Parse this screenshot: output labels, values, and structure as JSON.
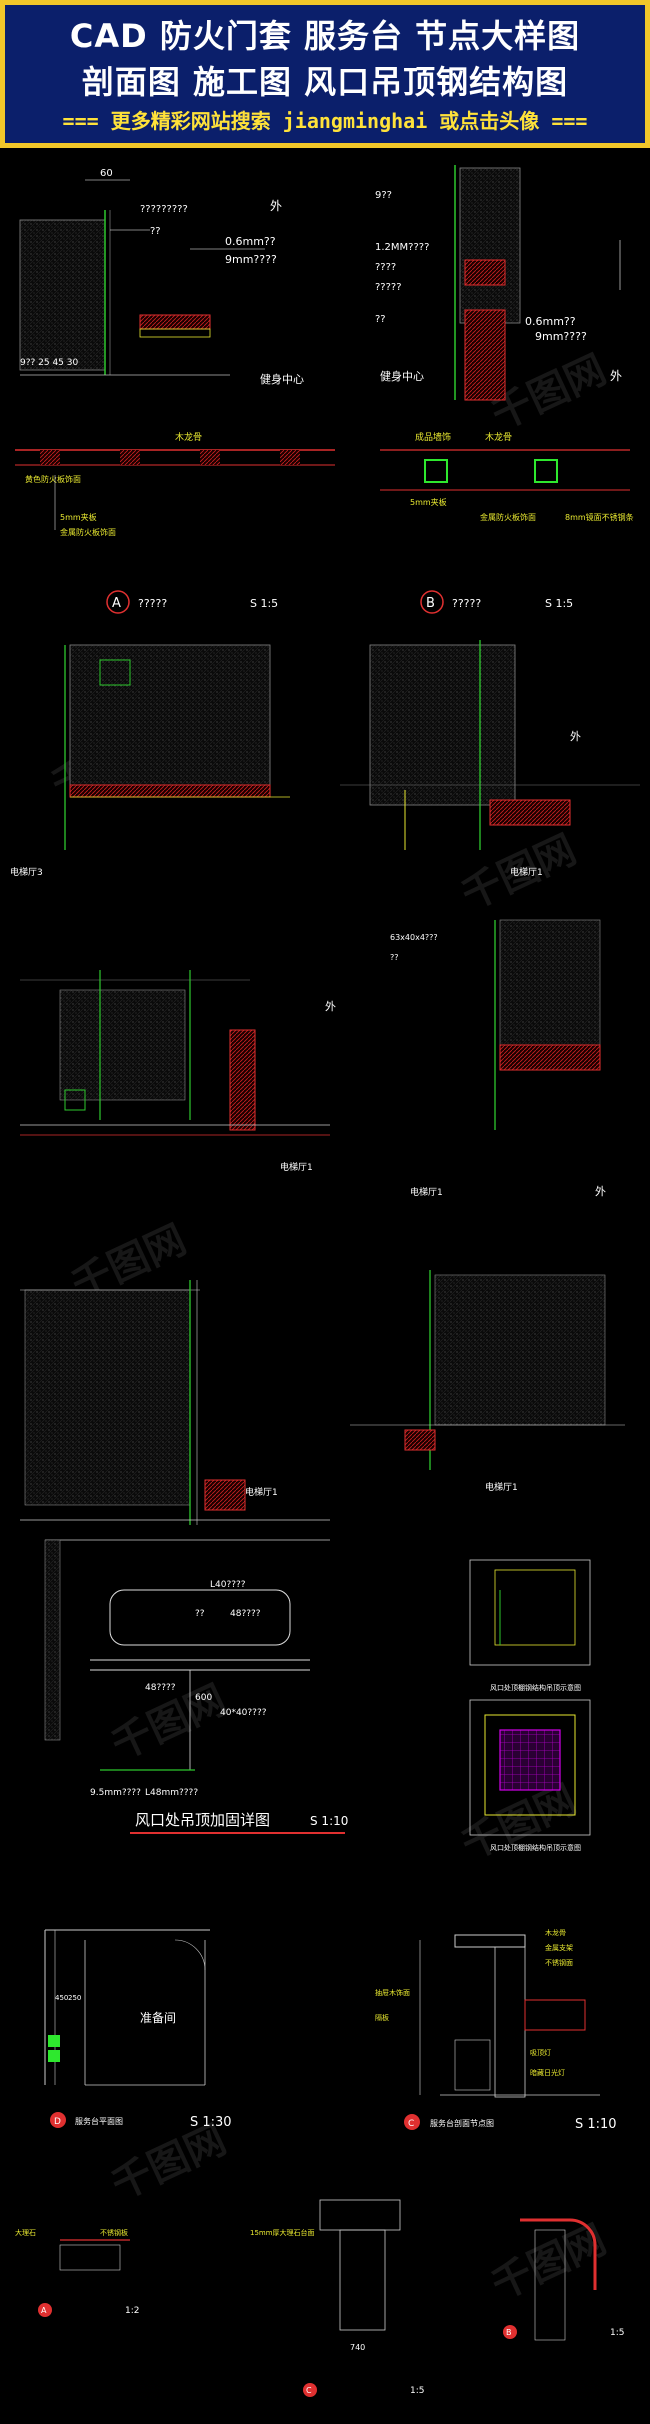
{
  "banner": {
    "line1": "CAD  防火门套  服务台  节点大样图",
    "line2": "剖面图  施工图  风口吊顶钢结构图",
    "line3": "=== 更多精彩网站搜索 jiangminghai 或点击头像 ==="
  },
  "sheet_a": {
    "outside": "外",
    "room": "健身中心",
    "dim_top": "60",
    "dims_left": [
      "9??",
      "??",
      "?????????"
    ],
    "thickness_1": "0.6mm??",
    "thickness_2": "9mm????",
    "bottom_dims": "9??  25  45  30",
    "label": "A",
    "label_text": "?????",
    "scale": "S 1:5",
    "note_1": "木龙骨",
    "note_2": "5mm夹板",
    "note_3": "金属防火板饰面",
    "note_4": "黄色防火板饰面"
  },
  "sheet_b": {
    "outside": "外",
    "room": "健身中心",
    "dims_left": [
      "9??",
      "1.2MM????",
      "????",
      "?????",
      "??"
    ],
    "thickness_1": "0.6mm??",
    "thickness_2": "9mm????",
    "label": "B",
    "label_text": "?????",
    "scale": "S 1:5",
    "note_1": "木龙骨",
    "note_2": "成品墙饰",
    "note_3": "5mm夹板",
    "note_4": "金属防火板饰面",
    "note_5": "8mm镜面不锈钢条"
  },
  "sheet_c": {
    "room": "电梯厅3",
    "outside": "外"
  },
  "sheet_d": {
    "room": "电梯厅1",
    "outside": "外",
    "dims": [
      "63x40x4???",
      "??"
    ]
  },
  "sheet_e": {
    "room": "电梯厅1"
  },
  "sheet_f": {
    "room": "电梯厅1",
    "outside": "外"
  },
  "sheet_g": {
    "room": "电梯厅1"
  },
  "sheet_h": {
    "room": "电梯厅1"
  },
  "vent": {
    "dim_1": "L40????",
    "dim_2": "??",
    "dim_3": "48????",
    "dim_4": "48????",
    "dim_5": "600",
    "dim_6": "40*40????",
    "dim_7": "9.5mm????",
    "dim_8": "L48mm????",
    "title": "风口处吊顶加固详图",
    "scale": "S 1:10",
    "small_caption_1": "风口处顶棚钢结构吊顶示意图",
    "small_caption_2": "风口处顶棚钢结构吊顶示意图"
  },
  "service_plan": {
    "room": "准备间",
    "marker": "D",
    "caption": "服务台平面图",
    "scale": "S 1:30",
    "dims": [
      "450",
      "250"
    ]
  },
  "service_section": {
    "marker": "C",
    "caption": "服务台剖面节点图",
    "scale": "S 1:10",
    "notes": [
      "木龙骨",
      "金属支架",
      "不锈钢面",
      "抽屉木饰面",
      "吸顶灯",
      "隔板",
      "暗藏日光灯"
    ]
  },
  "bottom": {
    "scale_1": "1:2",
    "scale_2": "1:5",
    "scale_3": "1:5",
    "marker_1": "A",
    "marker_2": "B",
    "marker_3": "C",
    "dim_1": "740",
    "notes": [
      "大理石",
      "15mm厚大理石台面",
      "不锈钢板"
    ]
  },
  "watermark": "千图网"
}
